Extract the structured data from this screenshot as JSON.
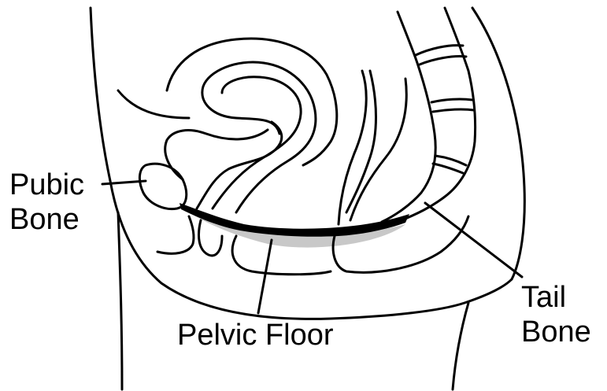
{
  "labels": {
    "pubic_bone": [
      "Pubic",
      "Bone"
    ],
    "pelvic_floor": "Pelvic Floor",
    "tail_bone": [
      "Tail",
      "Bone"
    ]
  },
  "colors": {
    "line": "#000000",
    "muscle": "#000000",
    "muscle_shadow": "#c8c8c8",
    "background": "#ffffff"
  }
}
